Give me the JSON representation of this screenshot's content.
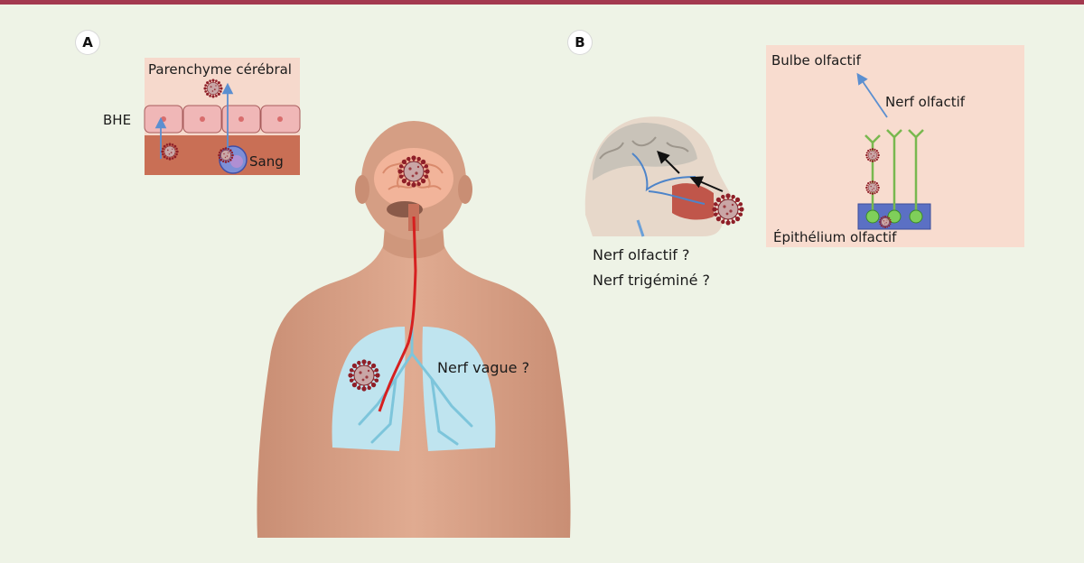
{
  "colors": {
    "frame": "#a3394f",
    "background": "#eef3e6",
    "skin": "#d9a287",
    "brain": "#f2b49a",
    "lungs": "#bfe4ef",
    "nerve": "#d62020",
    "virus": "#a8323a",
    "arrow": "#5b8fd0"
  },
  "panel_a": {
    "badge": "A",
    "parenchyme_label": "Parenchyme cérébral",
    "bhe_label": "BHE",
    "sang_label": "Sang",
    "nerf_vague_label": "Nerf vague ?"
  },
  "panel_b": {
    "badge": "B",
    "nerf_olfactif_question": "Nerf olfactif ?",
    "nerf_trigemine_question": "Nerf trigéminé ?",
    "bulbe_label": "Bulbe olfactif",
    "nerf_olfactif_label": "Nerf olfactif",
    "epithelium_label": "Épithélium olfactif"
  }
}
